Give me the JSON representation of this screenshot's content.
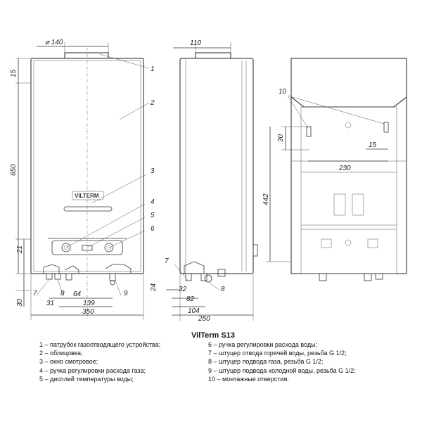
{
  "title": "VilTerm S13",
  "brand": "VILTERM",
  "dimensions": {
    "pipe_diameter": "⌀ 140",
    "top_width": "110",
    "offset_top": "15",
    "height": "650",
    "bottom_21": "21",
    "bottom_30": "30",
    "w_64": "64",
    "w_139": "139",
    "w_350": "350",
    "side_24": "24",
    "side_32": "32",
    "side_82": "82",
    "side_104": "104",
    "side_250": "250",
    "rear_30": "30",
    "rear_15": "15",
    "rear_230": "230",
    "rear_442": "442"
  },
  "callouts": {
    "c1": "1",
    "c2": "2",
    "c3": "3",
    "c4": "4",
    "c5": "5",
    "c6": "6",
    "c7_front": "7",
    "c8_front": "8",
    "c9": "9",
    "c7_side": "7",
    "c8_side": "8",
    "c10": "10",
    "c31": "31"
  },
  "legend": {
    "left": [
      "1 – патрубок газоотводящего устройства;",
      "2 – облицовка;",
      "3 – окно смотровое;",
      "4 – ручка регулировки расхода газа;",
      "5 – дисплей температуры воды;"
    ],
    "right": [
      "6 – ручка регулировки расхода воды;",
      "7 – штуцер отвода горячей воды, резьба G 1/2;",
      "8 – штуцер подвода газа, резьба G 1/2;",
      "9 – штуцер подвода холодной воды, резьба G 1/2;",
      "10 – монтажные отверстия."
    ]
  }
}
